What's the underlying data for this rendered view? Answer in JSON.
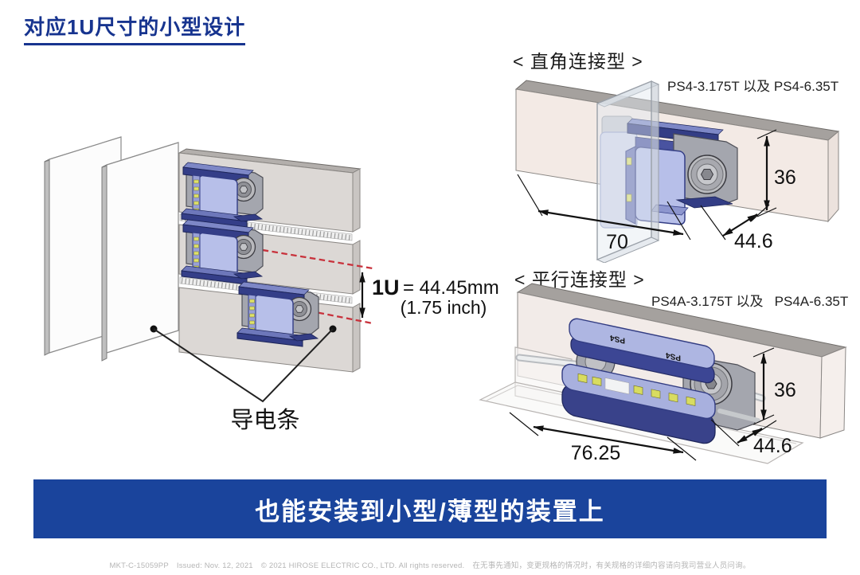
{
  "title": "对应1U尺寸的小型设计",
  "left_diagram": {
    "unit_label": "1U",
    "unit_eq": "= 44.45mm",
    "unit_inch": "(1.75 inch)",
    "busbar_label": "导电条"
  },
  "right_top": {
    "heading": "< 直角连接型 >",
    "models": "PS4-3.175T 以及 PS4-6.35T",
    "dim_width": "70",
    "dim_height": "36",
    "dim_depth": "44.6"
  },
  "right_bottom": {
    "heading": "< 平行连接型 >",
    "models": "PS4A-3.175T 以及   PS4A-6.35T",
    "dim_width": "76.25",
    "dim_height": "36",
    "dim_depth": "44.6",
    "marking": "PS4"
  },
  "banner": {
    "text": "也能安装到小型/薄型的装置上"
  },
  "footer": {
    "doc_no": "MKT-C-15059PP",
    "issued": "Issued: Nov. 12, 2021",
    "copyright": "© 2021 HIROSE ELECTRIC CO., LTD. All rights reserved.",
    "notice": "在无事先通知，变更规格的情况时，有关规格的详细内容请向我司营业人员问询。"
  },
  "colors": {
    "title_blue": "#17348f",
    "banner_blue": "#1a449c",
    "connector_blue": "#b7bfe9",
    "connector_navy": "#39428a",
    "dash_red": "#c8323c",
    "panel_gray": "#dbd7d4",
    "panel_beige": "#f3eae5"
  }
}
